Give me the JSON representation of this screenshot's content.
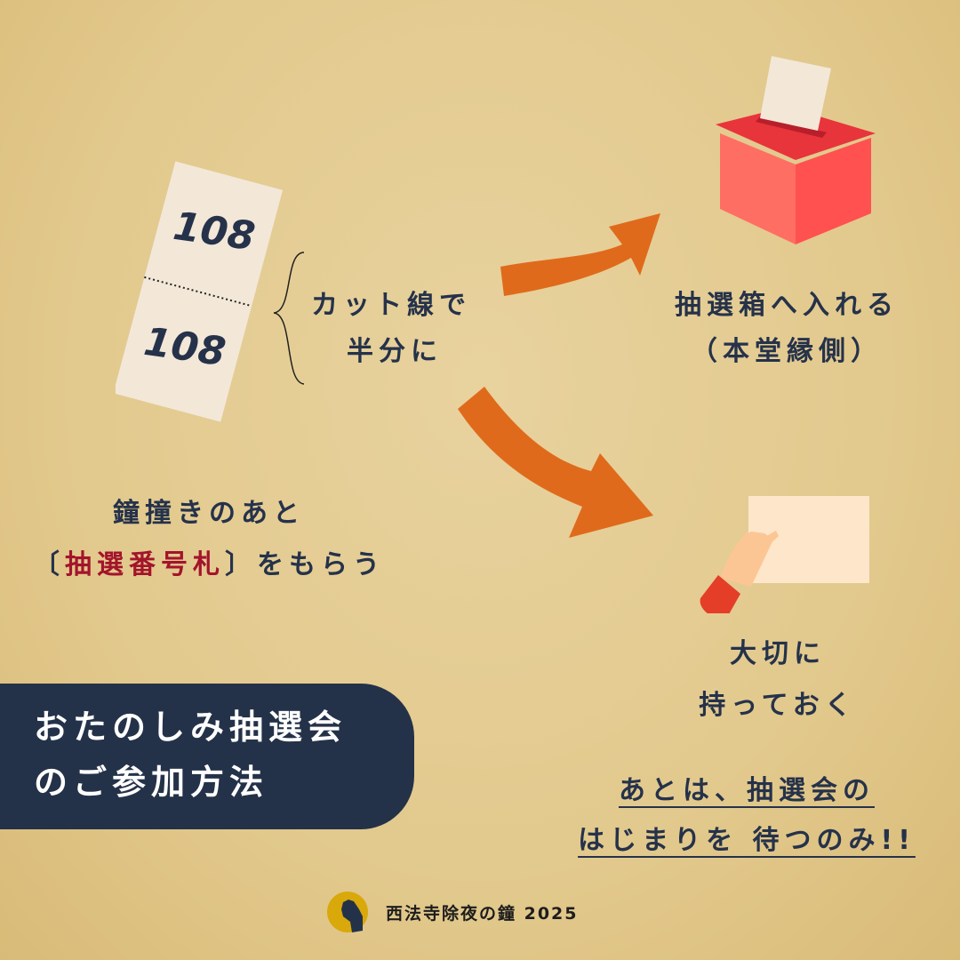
{
  "ticket": {
    "top_number": "108",
    "bottom_number": "108"
  },
  "step_cut": {
    "line1": "カット線で",
    "line2": "半分に"
  },
  "step_box": {
    "line1": "抽選箱へ入れる",
    "line2": "（本堂縁側）"
  },
  "step_keep": {
    "line1": "大切に",
    "line2": "持っておく"
  },
  "step_receive": {
    "line1": "鐘撞きのあと",
    "bracket_open": "〔",
    "highlight": "抽選番号札",
    "bracket_close": "〕",
    "suffix": "をもらう"
  },
  "closing": {
    "line1": "あとは、抽選会の",
    "line2": "はじまりを 待つのみ!!"
  },
  "banner": {
    "line1": "おたのしみ抽選会",
    "line2": "のご参加方法"
  },
  "footer": {
    "text": "西法寺除夜の鐘 2025"
  },
  "colors": {
    "background": "#e2c98d",
    "navy": "#243249",
    "highlight": "#a3142c",
    "arrow": "#e06a1b",
    "box": "#ff5a55"
  }
}
